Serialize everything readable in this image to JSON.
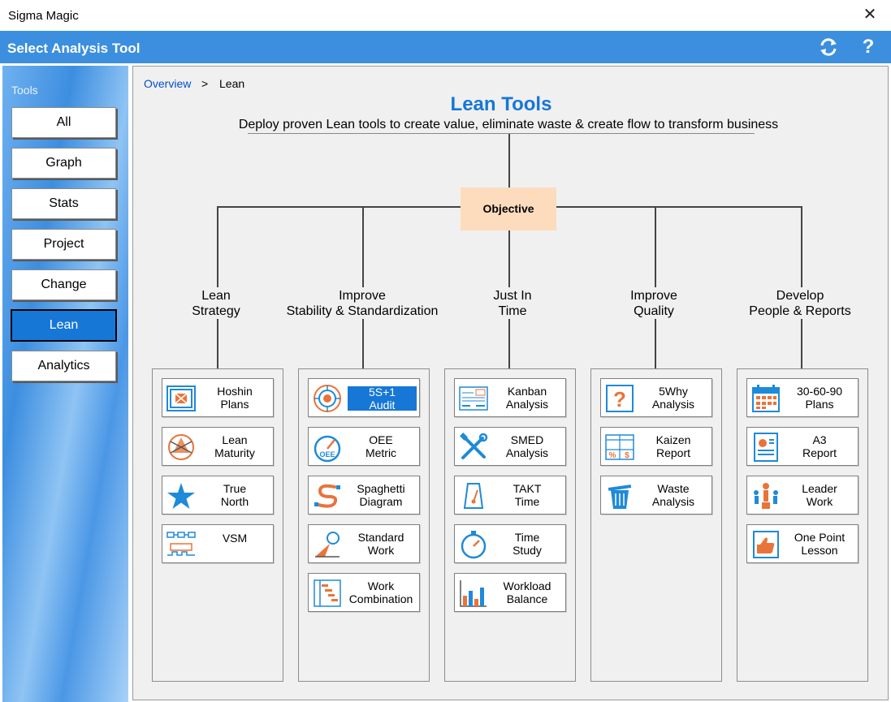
{
  "window": {
    "app_title": "Sigma Magic",
    "close_glyph": "✕"
  },
  "header": {
    "title": "Select Analysis Tool",
    "refresh_icon": "refresh-icon",
    "help_glyph": "?"
  },
  "sidebar": {
    "label": "Tools",
    "items": [
      {
        "label": "All",
        "active": false
      },
      {
        "label": "Graph",
        "active": false
      },
      {
        "label": "Stats",
        "active": false
      },
      {
        "label": "Project",
        "active": false
      },
      {
        "label": "Change",
        "active": false
      },
      {
        "label": "Lean",
        "active": true
      },
      {
        "label": "Analytics",
        "active": false
      }
    ]
  },
  "breadcrumb": {
    "root": "Overview",
    "separator": ">",
    "current": "Lean"
  },
  "page": {
    "title": "Lean Tools",
    "subtitle": "Deploy proven Lean tools to create value, eliminate waste & create flow to transform business",
    "objective": "Objective"
  },
  "categories": [
    {
      "label": "Lean\nStrategy",
      "tools": [
        {
          "label": "Hoshin\nPlans",
          "icon": "hoshin-icon"
        },
        {
          "label": "Lean\nMaturity",
          "icon": "maturity-icon"
        },
        {
          "label": "True\nNorth",
          "icon": "star-icon"
        },
        {
          "label": "VSM",
          "icon": "vsm-icon"
        }
      ]
    },
    {
      "label": "Improve\nStability & Standardization",
      "tools": [
        {
          "label": "5S+1\nAudit",
          "icon": "5s-icon",
          "selected": true
        },
        {
          "label": "OEE\nMetric",
          "icon": "oee-icon"
        },
        {
          "label": "Spaghetti\nDiagram",
          "icon": "spaghetti-icon"
        },
        {
          "label": "Standard\nWork",
          "icon": "standard-work-icon"
        },
        {
          "label": "Work\nCombination",
          "icon": "work-combination-icon"
        }
      ]
    },
    {
      "label": "Just In\nTime",
      "tools": [
        {
          "label": "Kanban\nAnalysis",
          "icon": "kanban-icon"
        },
        {
          "label": "SMED\nAnalysis",
          "icon": "tools-icon"
        },
        {
          "label": "TAKT\nTime",
          "icon": "takt-icon"
        },
        {
          "label": "Time\nStudy",
          "icon": "stopwatch-icon"
        },
        {
          "label": "Workload\nBalance",
          "icon": "bar-chart-icon"
        }
      ]
    },
    {
      "label": "Improve\nQuality",
      "tools": [
        {
          "label": "5Why\nAnalysis",
          "icon": "question-icon"
        },
        {
          "label": "Kaizen\nReport",
          "icon": "kaizen-icon"
        },
        {
          "label": "Waste\nAnalysis",
          "icon": "trash-icon"
        }
      ]
    },
    {
      "label": "Develop\nPeople & Reports",
      "tools": [
        {
          "label": "30-60-90\nPlans",
          "icon": "calendar-icon"
        },
        {
          "label": "A3\nReport",
          "icon": "a3-report-icon"
        },
        {
          "label": "Leader\nWork",
          "icon": "leader-icon"
        },
        {
          "label": "One Point\nLesson",
          "icon": "thumbs-up-icon"
        }
      ]
    }
  ],
  "colors": {
    "header": "#3c8fde",
    "accent": "#1677d6",
    "objective": "#fcdcbd",
    "icon_blue": "#1f8ad8",
    "icon_orange": "#e8743b"
  }
}
